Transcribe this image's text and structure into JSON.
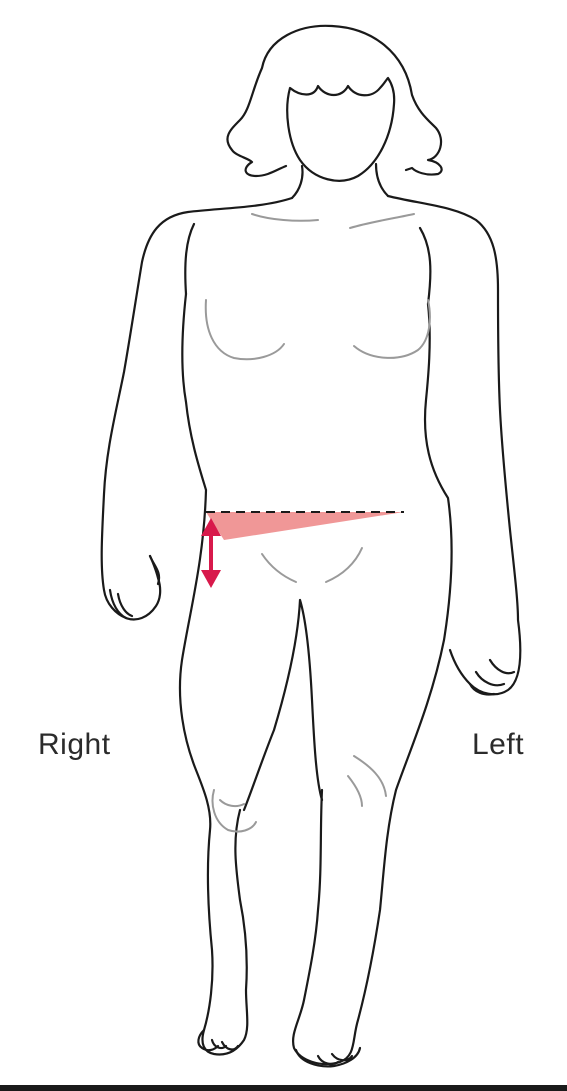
{
  "labels": {
    "right": "Right",
    "left": "Left"
  },
  "colors": {
    "outline": "#1a1a1a",
    "detail": "#9a9a9a",
    "tilt_fill": "#ee8c8c",
    "arrow": "#d8194b",
    "background": "#ffffff"
  },
  "icons": {
    "arrow": "double-headed-vertical-arrow"
  }
}
